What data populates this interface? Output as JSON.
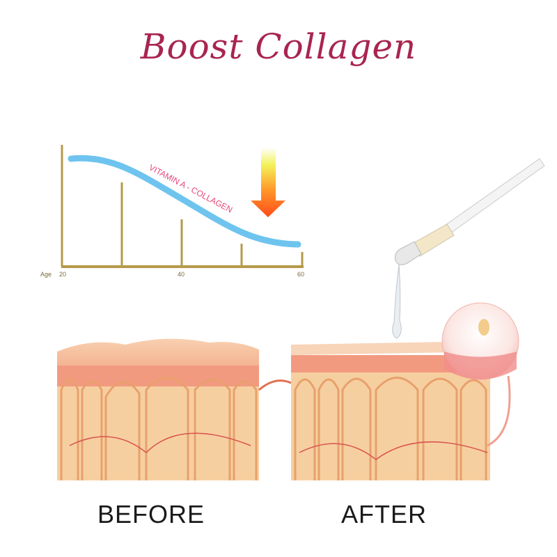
{
  "title": "Boost Collagen",
  "chart": {
    "curve_label": "VITAMIN A - COLLAGEN",
    "axis_label": "Age",
    "ticks": [
      "20",
      "40",
      "60"
    ]
  },
  "labels": {
    "before": "BEFORE",
    "after": "AFTER"
  },
  "colors": {
    "title": "#a8254f",
    "curve": "#6ec4ee",
    "axis": "#b59a4a",
    "skin": "#f6cfa0",
    "epidermis": "#f29a80"
  }
}
